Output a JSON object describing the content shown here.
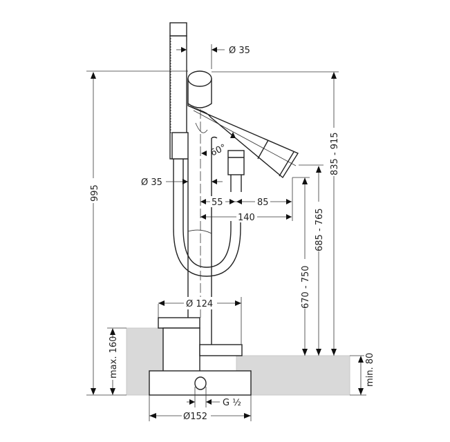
{
  "drawing": {
    "dim_shower_diameter": "Ø 35",
    "dim_total_height": "995",
    "dim_spout_height": "835 - 915",
    "dim_outlet_height_a": "685 - 765",
    "dim_outlet_height_b": "670 - 750",
    "dim_column_diameter": "Ø 35",
    "dim_angle": "60°",
    "dim_offset_a": "55",
    "dim_offset_b": "85",
    "dim_projection": "140",
    "dim_escutcheon": "Ø 124",
    "dim_max_height": "max. 160",
    "dim_min_height": "min. 80",
    "dim_connection": "G ½",
    "dim_base": "Ø152"
  }
}
